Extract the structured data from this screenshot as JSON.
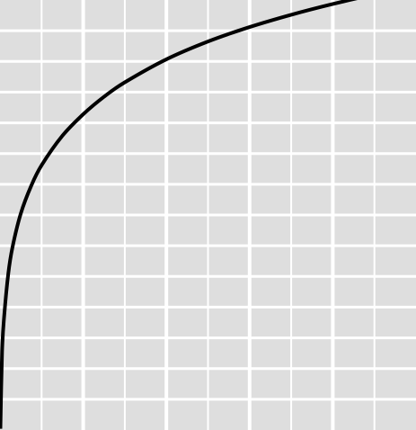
{
  "chart_data": {
    "type": "line",
    "title": "",
    "xlabel": "",
    "ylabel": "",
    "xlim": [
      0,
      10
    ],
    "ylim": [
      0,
      14
    ],
    "grid": true,
    "grid_minor": true,
    "background_color": "#dedede",
    "grid_color": "#ffffff",
    "series": [
      {
        "color": "#000000",
        "x": [
          0.01,
          0.05,
          0.1,
          0.2,
          0.3,
          0.5,
          0.75,
          1,
          1.5,
          2,
          2.5,
          3,
          4,
          5,
          6,
          7,
          8,
          9,
          10
        ],
        "y": [
          0.04,
          2.55,
          3.7,
          5.1,
          5.95,
          7.05,
          7.95,
          8.62,
          9.58,
          10.28,
          10.85,
          11.32,
          12.07,
          12.65,
          13.12,
          13.52,
          13.87,
          14.18,
          14.45
        ]
      }
    ]
  }
}
